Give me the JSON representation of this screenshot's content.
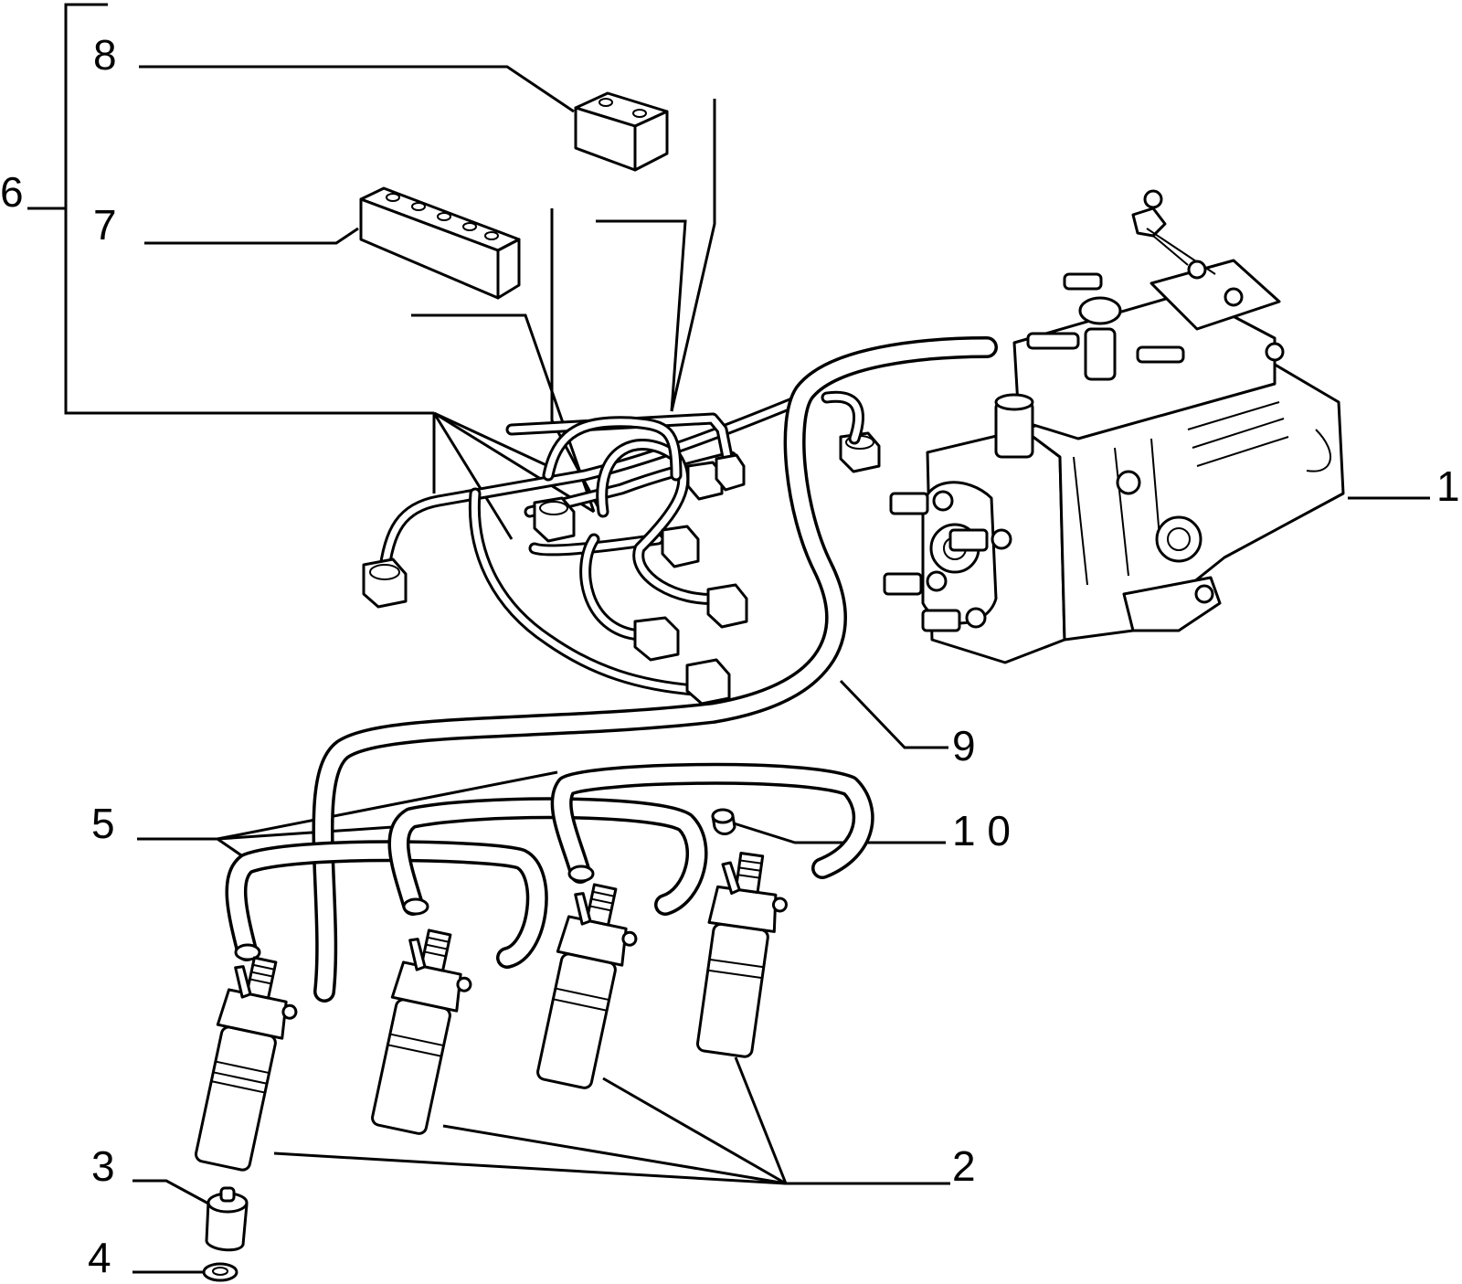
{
  "callouts": {
    "c1": "1",
    "c2": "2",
    "c3": "3",
    "c4": "4",
    "c5": "5",
    "c6": "6",
    "c7": "7",
    "c8": "8",
    "c9": "9",
    "c10": "1 0"
  },
  "colors": {
    "line": "#000000",
    "background": "#ffffff"
  }
}
